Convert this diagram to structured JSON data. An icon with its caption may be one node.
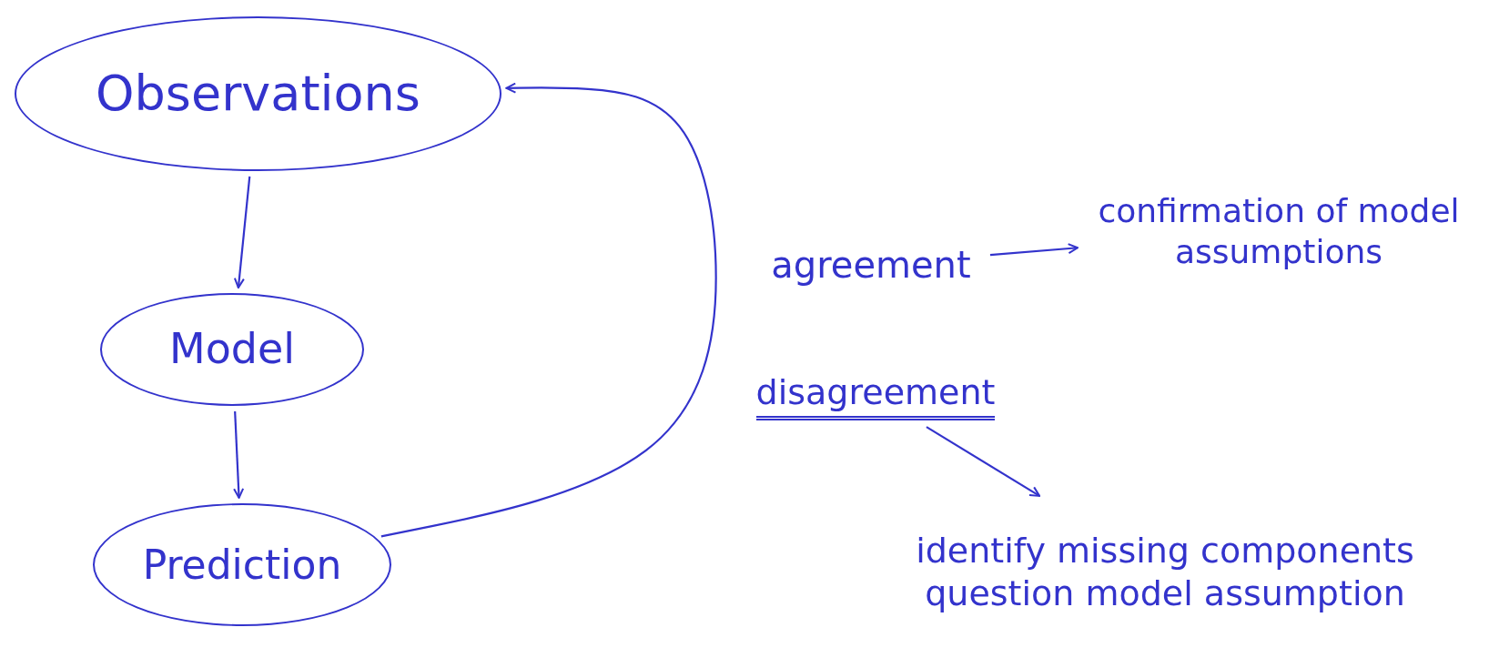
{
  "diagram": {
    "nodes": [
      {
        "text": [
          "Observations"
        ]
      },
      {
        "text": [
          "Model"
        ]
      },
      {
        "text": [
          "Prediction"
        ]
      },
      {
        "text": [
          "agreement"
        ]
      },
      {
        "text": [
          "confirmation of model assumptions"
        ]
      },
      {
        "text": [
          "disagreement"
        ]
      },
      {
        "text": [
          "identify missing components",
          "question model assumption"
        ]
      }
    ],
    "edges": [
      {
        "from": 0,
        "to": 1,
        "arrow": "to"
      },
      {
        "from": 1,
        "to": 2,
        "arrow": "to"
      },
      {
        "from": 2,
        "to": 0,
        "arrow": "to"
      },
      {
        "from": 3,
        "to": 4,
        "arrow": "to"
      },
      {
        "from": 5,
        "to": 6,
        "arrow": "to"
      }
    ]
  }
}
